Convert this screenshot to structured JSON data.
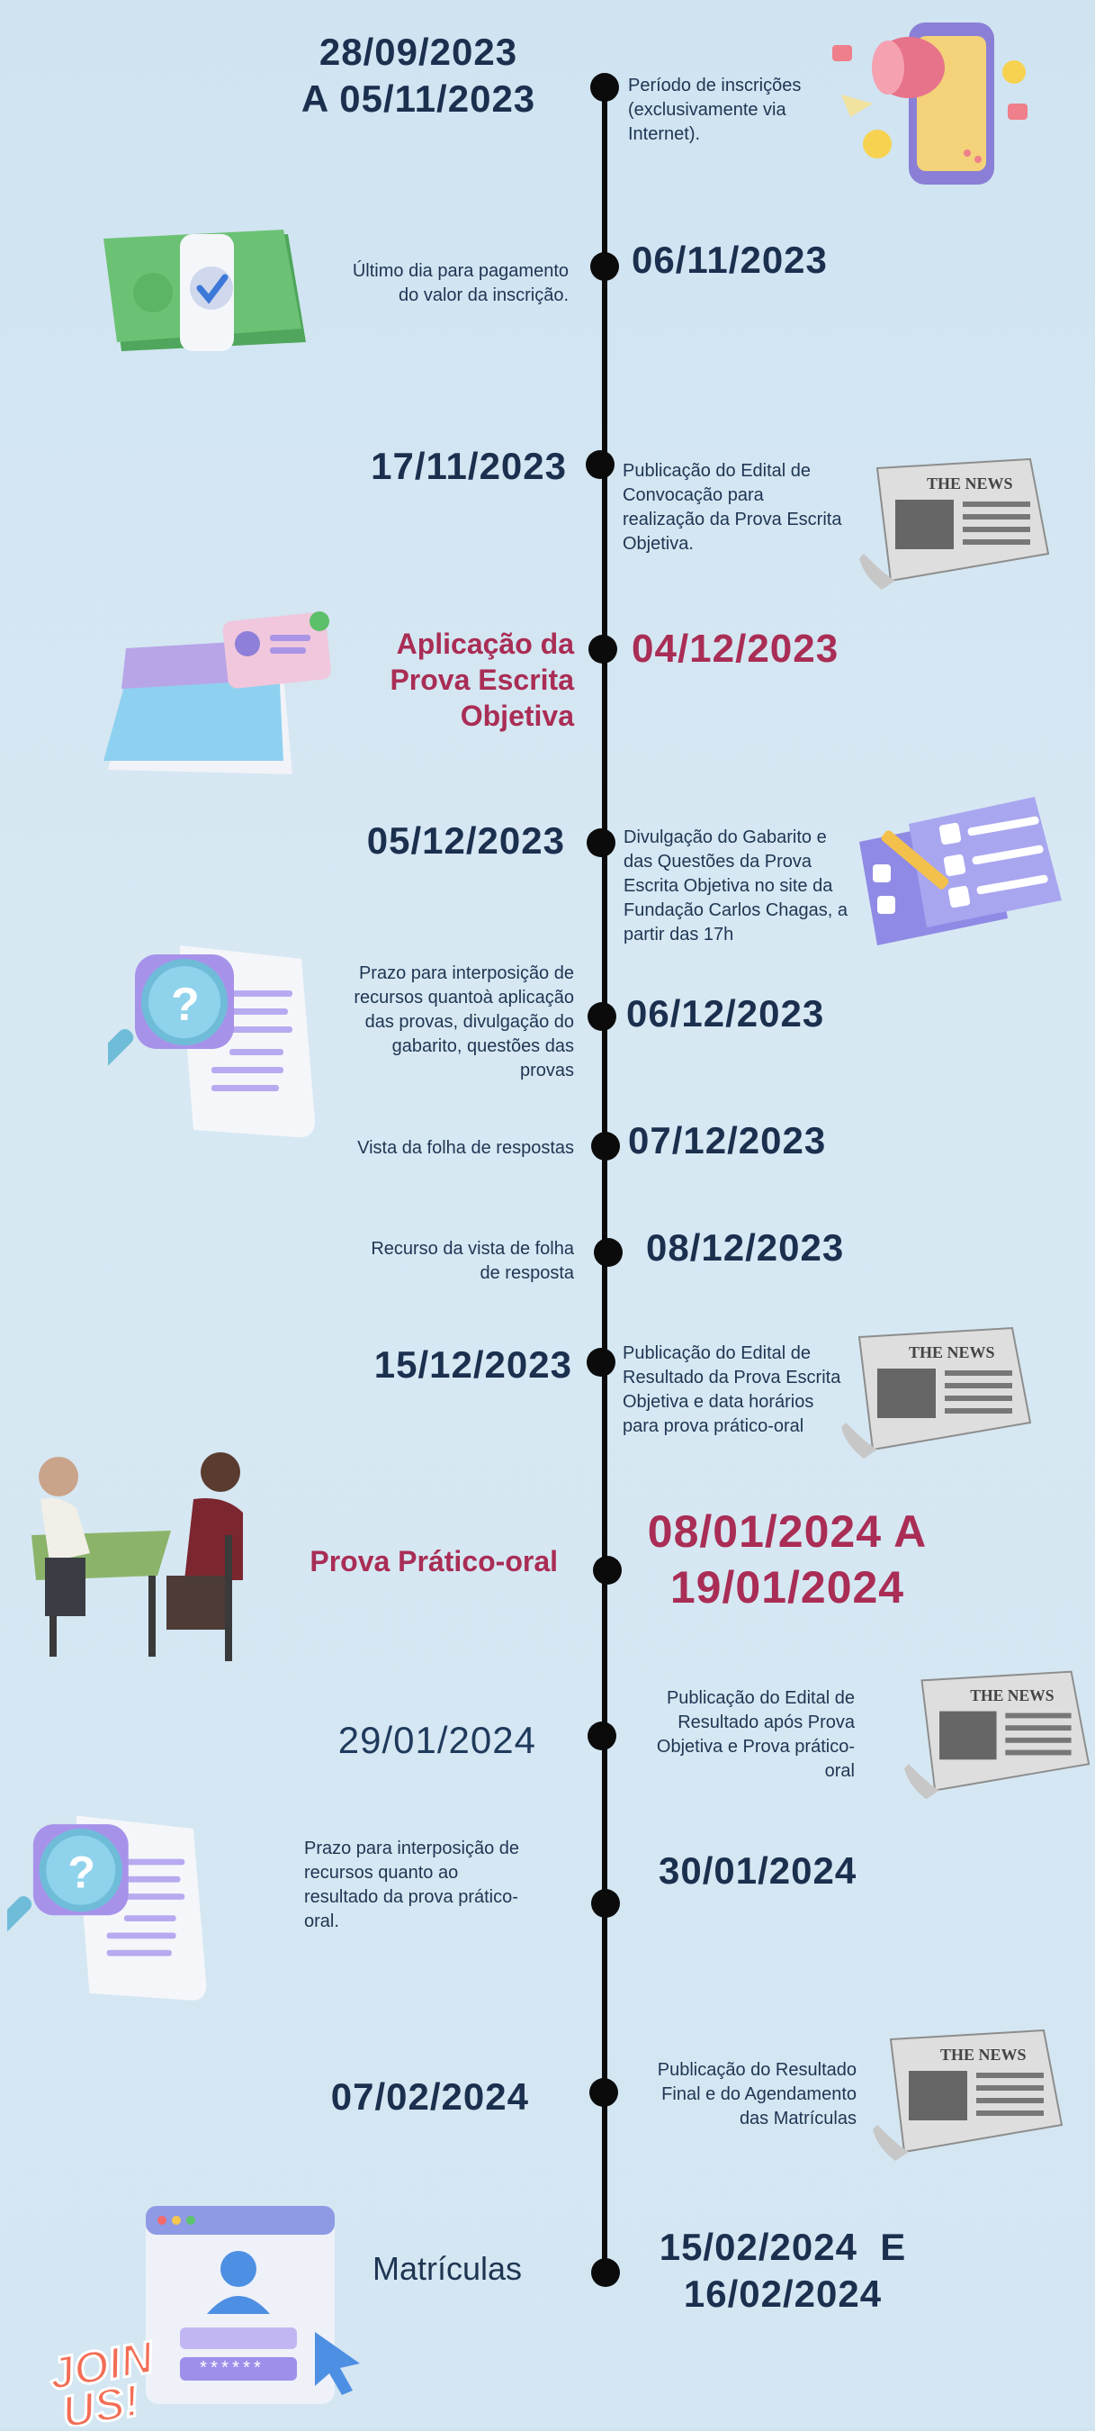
{
  "timeline": [
    {
      "date": "28/09/2023\nA 05/11/2023",
      "description": "Período de inscrições\n(exclusivamente via\nInternet).",
      "illustration": "megaphone-phone-icon"
    },
    {
      "date": "06/11/2023",
      "description": "Último dia para pagamento\ndo valor da inscrição.",
      "illustration": "money-stack-icon"
    },
    {
      "date": "17/11/2023",
      "description": "Publicação do Edital de\nConvocação para\nrealização da Prova Escrita\nObjetiva.",
      "illustration": "newspaper-icon"
    },
    {
      "date": "04/12/2023",
      "title": "Aplicação da\nProva Escrita\nObjetiva",
      "illustration": "calendar-id-card-icon"
    },
    {
      "date": "05/12/2023",
      "description": "Divulgação do Gabarito e\ndas Questões da Prova\nEscrita Objetiva no site da\nFundação Carlos Chagas, a\npartir das 17h",
      "illustration": "checklist-icon"
    },
    {
      "date": "06/12/2023",
      "description": "Prazo para interposição de\nrecursos quantoà aplicação\ndas provas, divulgação do\ngabarito, questões das\nprovas",
      "illustration": "document-magnifier-question-icon"
    },
    {
      "date": "07/12/2023",
      "description": "Vista da folha de respostas"
    },
    {
      "date": "08/12/2023",
      "description": "Recurso da vista de folha\nde resposta"
    },
    {
      "date": "15/12/2023",
      "description": "Publicação do Edital de\nResultado da Prova Escrita\nObjetiva e data horários\npara prova prático-oral",
      "illustration": "newspaper-icon"
    },
    {
      "date": "08/01/2024 A\n19/01/2024",
      "title": "Prova Prático-oral",
      "illustration": "interview-people-icon"
    },
    {
      "date": "29/01/2024",
      "description": "Publicação do Edital de\nResultado após Prova\nObjetiva e Prova prático-\noral",
      "illustration": "newspaper-icon"
    },
    {
      "date": "30/01/2024",
      "description": "Prazo para interposição de\nrecursos quanto ao\nresultado da prova prático-\noral.",
      "illustration": "document-magnifier-question-icon"
    },
    {
      "date": "07/02/2024",
      "description": "Publicação do Resultado\nFinal e do Agendamento\ndas Matrículas",
      "illustration": "newspaper-icon"
    },
    {
      "date": "15/02/2024  E\n16/02/2024",
      "title": "Matrículas",
      "illustration": "join-us-login-window-icon"
    }
  ],
  "newspaper_header": "THE NEWS",
  "join_us_text": "JOIN\nUS!",
  "password_mask": "******",
  "colors": {
    "accent_red": "#a92d55",
    "navy": "#1b2f4e",
    "line": "#0b0b0b",
    "background": "#d3e6f2"
  }
}
